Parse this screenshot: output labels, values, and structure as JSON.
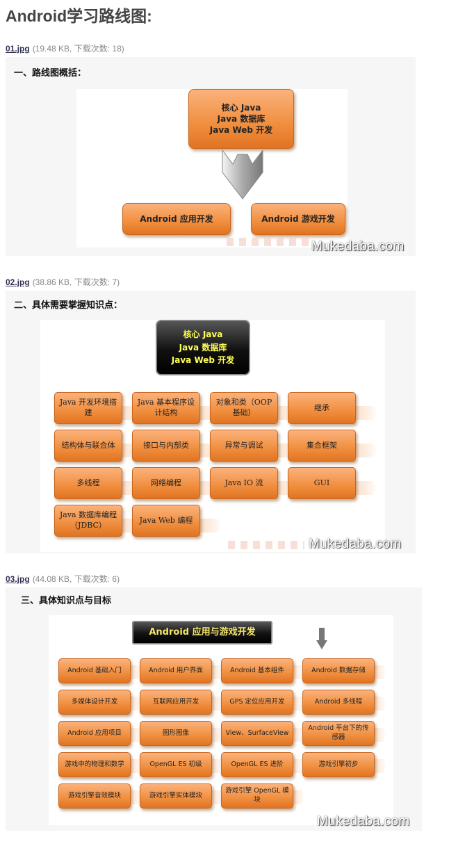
{
  "page_title": "Android学习路线图:",
  "attachments": [
    {
      "name": "01.jpg",
      "meta": "(19.48 KB, 下载次数: 18)"
    },
    {
      "name": "02.jpg",
      "meta": "(38.86 KB, 下载次数: 7)"
    },
    {
      "name": "03.jpg",
      "meta": "(44.08 KB, 下载次数: 6)"
    }
  ],
  "image1": {
    "heading": "一、路线图概括：",
    "top_box": [
      "核心 Java",
      "Java 数据库",
      "Java Web 开发"
    ],
    "left_box": "Android 应用开发",
    "right_box": "Android 游戏开发",
    "watermark": "Mukedaba.com"
  },
  "image2": {
    "heading": "二、具体需要掌握知识点：",
    "top_box": [
      "核心 Java",
      "Java 数据库",
      "Java Web 开发"
    ],
    "rows": [
      [
        "Java 开发环境搭建",
        "Java 基本程序设计结构",
        "对象和类（OOP 基础）",
        "继承"
      ],
      [
        "结构体与联合体",
        "接口与内部类",
        "异常与调试",
        "集合框架"
      ],
      [
        "多线程",
        "网络编程",
        "Java IO 流",
        "GUI"
      ],
      [
        "Java 数据库编程（JDBC）",
        "Java Web 编程"
      ]
    ],
    "watermark": "Mukedaba.com"
  },
  "image3": {
    "heading": "三、具体知识点与目标",
    "top_box": "Android 应用与游戏开发",
    "rows": [
      [
        "Android 基础入门",
        "Android 用户界面",
        "Android 基本组件",
        "Android 数据存储"
      ],
      [
        "多媒体设计开发",
        "互联网应用开发",
        "GPS 定位应用开发",
        "Android 多线程"
      ],
      [
        "Android 应用项目",
        "图形图像",
        "View、SurfaceView",
        "Android 平台下的传感器"
      ],
      [
        "游戏中的物理和数学",
        "OpenGL ES 初级",
        "OpenGL ES 进阶",
        "游戏引擎初步"
      ],
      [
        "游戏引擎音效模块",
        "游戏引擎实体模块",
        "游戏引擎 OpenGL 模块"
      ]
    ],
    "watermark": "Mukedaba.com"
  }
}
